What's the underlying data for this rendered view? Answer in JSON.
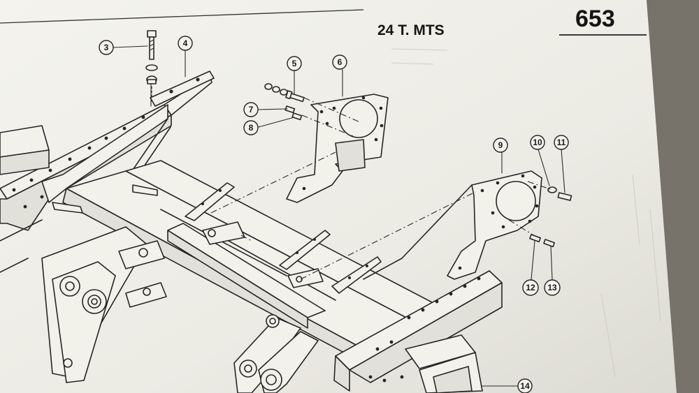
{
  "header": {
    "title": "24 T. MTS",
    "page_number": "653"
  },
  "callouts": [
    {
      "id": "c3",
      "label": "3"
    },
    {
      "id": "c4",
      "label": "4"
    },
    {
      "id": "c5",
      "label": "5"
    },
    {
      "id": "c6",
      "label": "6"
    },
    {
      "id": "c7",
      "label": "7"
    },
    {
      "id": "c8",
      "label": "8"
    },
    {
      "id": "c9",
      "label": "9"
    },
    {
      "id": "c10",
      "label": "10"
    },
    {
      "id": "c11",
      "label": "11"
    },
    {
      "id": "c12",
      "label": "12"
    },
    {
      "id": "c13",
      "label": "13"
    },
    {
      "id": "c14",
      "label": "14"
    }
  ],
  "colors": {
    "paper": "#f3f2ec",
    "ink": "#262626",
    "background": "#8f8b80"
  }
}
